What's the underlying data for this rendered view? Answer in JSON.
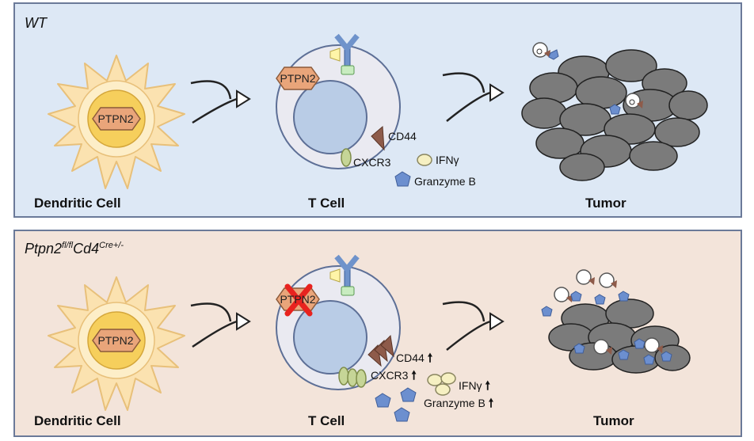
{
  "colors": {
    "wt_panel_bg": "#dde8f5",
    "ko_panel_bg": "#f3e4da",
    "panel_border": "#6b7a99",
    "dendritic_membrane": "#fbe2b0",
    "dendritic_nucleus": "#f6cf5c",
    "ptpn2_fill": "#e9a57a",
    "tcell_membrane": "#eaeaf1",
    "tcell_nucleus": "#b9cce6",
    "tumor_cell": "#7b7b7b",
    "granzyme": "#6c8fcf",
    "ifng": "#f6f0c2",
    "cxcr3": "#c6d597",
    "cd44": "#8e5b4a",
    "receptor": "#6f93cb",
    "knockout_cross": "#e8231f"
  },
  "wt_panel": {
    "genotype": "WT",
    "ptpn2_label": "PTPN2",
    "dendritic_label": "Dendritic Cell",
    "tcell_label": "T Cell",
    "tumor_label": "Tumor",
    "cd44": "CD44",
    "cxcr3": "CXCR3",
    "ifng": "IFNγ",
    "granzyme": "Granzyme B"
  },
  "ko_panel": {
    "genotype_main": "Ptpn2",
    "genotype_sup1": "fl/fl",
    "genotype_mid": "Cd4",
    "genotype_sup2": "Cre+/-",
    "ptpn2_label": "PTPN2",
    "dendritic_label": "Dendritic Cell",
    "tcell_label": "T Cell",
    "tumor_label": "Tumor",
    "cd44": "CD44",
    "cxcr3": "CXCR3",
    "ifng": "IFNγ",
    "granzyme": "Granzyme B",
    "up_arrow": "🠕"
  }
}
